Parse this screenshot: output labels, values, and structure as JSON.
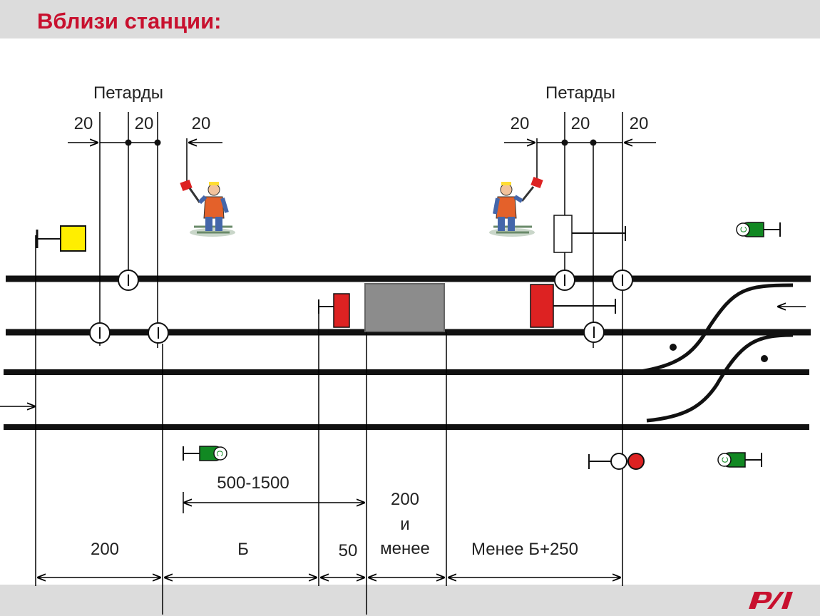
{
  "title": "Вблизи станции:",
  "colors": {
    "title": "#c8102e",
    "track": "#111111",
    "signal_yellow": "#ffee00",
    "signal_red": "#dd2222",
    "sign_green": "#118822",
    "wagon": "#8c8c8c",
    "band": "#dcdcdc"
  },
  "petards_labels": [
    "Петарды",
    "Петарды"
  ],
  "petard_spacings_left": [
    "20",
    "20",
    "20"
  ],
  "petard_spacings_right": [
    "20",
    "20",
    "20"
  ],
  "distance_labels": {
    "d200": "200",
    "b": "Б",
    "d50": "50",
    "d200_line1": "200",
    "d200_line2": "и",
    "d200_line3": "менее",
    "less": "Менее Б+250",
    "range": "500-1500"
  },
  "sign_letter": "С",
  "icons": [
    "signalman-icon",
    "whistle-sign-icon",
    "yellow-signal-icon",
    "red-stop-signal-icon",
    "shunting-signal-icon",
    "logo-rzd-icon"
  ]
}
